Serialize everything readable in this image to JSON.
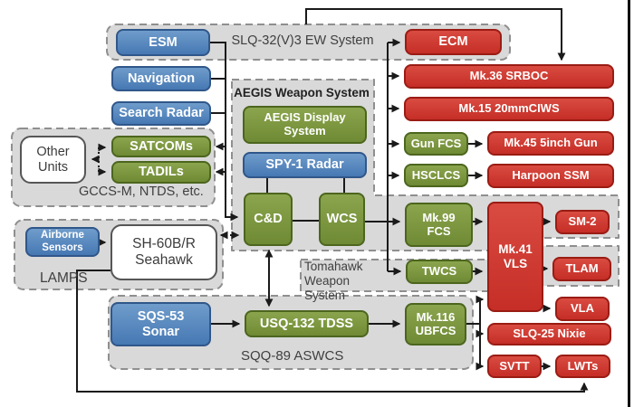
{
  "containers": {
    "slq32": "SLQ-32(V)3 EW System",
    "aegis": "AEGIS Weapon System",
    "tomahawk": "Tomahawk Weapon System",
    "sqq89": "SQQ-89 ASWCS",
    "gccs": "GCCS-M, NTDS, etc.",
    "lamps": "LAMPS"
  },
  "nodes": {
    "esm": "ESM",
    "navigation": "Navigation",
    "search_radar": "Search Radar",
    "satcoms": "SATCOMs",
    "tadils": "TADILs",
    "other_units": "Other Units",
    "aegis_display": "AEGIS Display System",
    "spy1": "SPY-1 Radar",
    "cd": "C&D",
    "wcs": "WCS",
    "ecm": "ECM",
    "mk36": "Mk.36 SRBOC",
    "mk15": "Mk.15 20mmCIWS",
    "gun_fcs": "Gun FCS",
    "mk45": "Mk.45 5inch Gun",
    "hsclcs": "HSCLCS",
    "harpoon": "Harpoon SSM",
    "mk99": "Mk.99 FCS",
    "mk41": "Mk.41 VLS",
    "sm2": "SM-2",
    "twcs": "TWCS",
    "tlam": "TLAM",
    "vla": "VLA",
    "airborne": "Airborne Sensors",
    "seahawk": "SH-60B/R Seahawk",
    "sqs53": "SQS-53 Sonar",
    "usq132": "USQ-132 TDSS",
    "mk116": "Mk.116 UBFCS",
    "slq25": "SLQ-25 Nixie",
    "svtt": "SVTT",
    "lwts": "LWTs"
  },
  "colors": {
    "sensor_blue": "#4678b3",
    "system_green": "#6f8a34",
    "weapon_red": "#c52e26",
    "container_fill": "#d9d9d9",
    "container_border": "#8f8f8f",
    "line": "#1a1a1a"
  }
}
